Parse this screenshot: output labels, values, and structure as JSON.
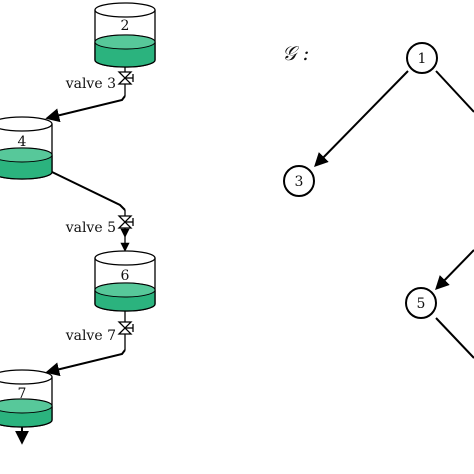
{
  "colors": {
    "water": "#2bb37e",
    "water_top": "#57c89a",
    "line": "#000000"
  },
  "tanks": [
    {
      "label": "2"
    },
    {
      "label": "4"
    },
    {
      "label": "6"
    },
    {
      "label": "7"
    }
  ],
  "valves": [
    {
      "label": "valve 3"
    },
    {
      "label": "valve 5"
    },
    {
      "label": "valve 7"
    }
  ],
  "graph": {
    "title": "𝒢 :",
    "nodes": [
      {
        "label": "1"
      },
      {
        "label": "3"
      },
      {
        "label": "5"
      }
    ]
  }
}
